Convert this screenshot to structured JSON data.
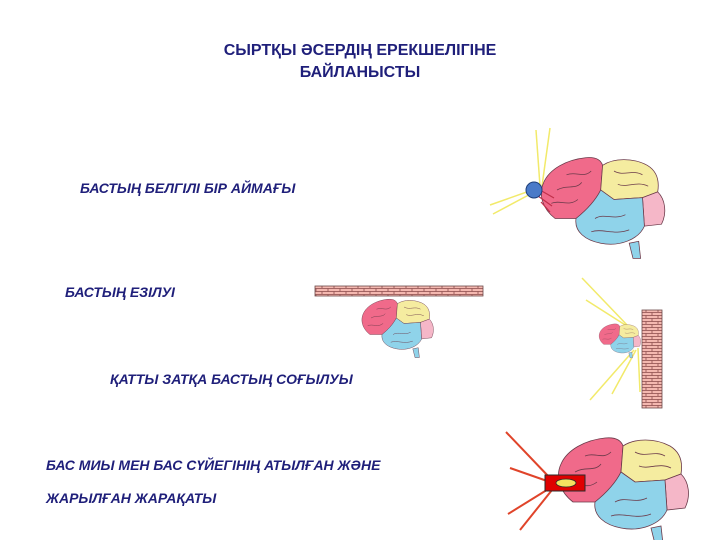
{
  "title": {
    "line1": "СЫРТҚЫ ӘСЕРДІҢ ЕРЕКШЕЛІГІНЕ",
    "line2": "БАЙЛАНЫСТЫ"
  },
  "rows": [
    {
      "label": "БАСТЫҢ БЕЛГІЛІ БІР АЙМАҒЫ"
    },
    {
      "label": "БАСТЫҢ ЕЗІЛУІ"
    },
    {
      "label": "ҚАТТЫ ЗАТҚА БАСТЫҢ СОҒЫЛУЫ"
    },
    {
      "label_line1": "БАС МИЫ МЕН БАС СҮЙЕГІНІҢ АТЫЛҒАН ЖӘНЕ",
      "label_line2": "ЖАРЫЛҒАН ЖАРАҚАТЫ"
    }
  ],
  "colors": {
    "text": "#1f1f7a",
    "frontal_lobe": "#f06a8a",
    "parietal_lobe": "#f5eca0",
    "temporal_lobe": "#8fd3ea",
    "occipital_lobe": "#f5b7c8",
    "brick": "#f4b8b0",
    "impact_rays": "#f2ea6a",
    "object_ball": "#4a7ac8",
    "wound_rays": "#e0442a",
    "wound_box": "#e00000"
  },
  "icons": [
    "brain-icon",
    "ball-icon",
    "brick-plate-icon",
    "brick-wall-icon",
    "bullet-wound-icon"
  ]
}
